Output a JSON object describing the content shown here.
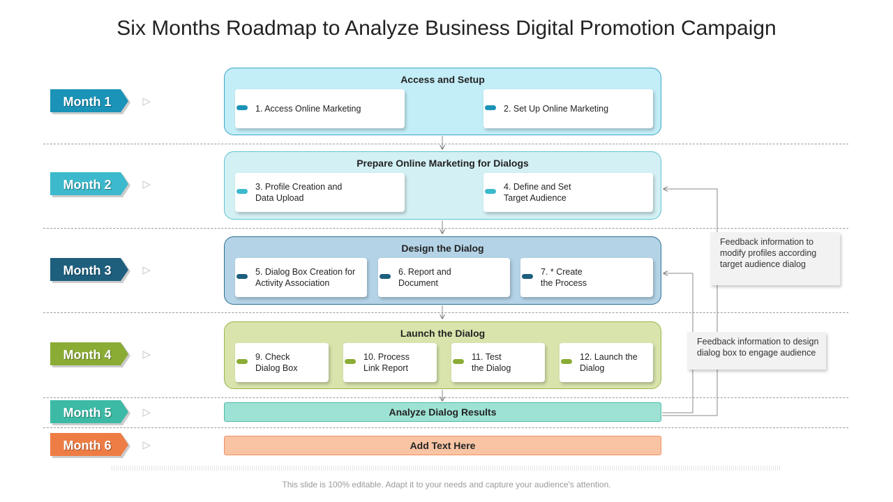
{
  "title": "Six Months Roadmap to Analyze Business Digital Promotion Campaign",
  "months": [
    {
      "label": "Month 1",
      "color": "#1b93b8"
    },
    {
      "label": "Month 2",
      "color": "#3cb9cc"
    },
    {
      "label": "Month 3",
      "color": "#1e5f7e"
    },
    {
      "label": "Month 4",
      "color": "#8aac35"
    },
    {
      "label": "Month 5",
      "color": "#3dbaa6"
    },
    {
      "label": "Month 6",
      "color": "#ee7d45"
    }
  ],
  "phases": [
    {
      "title": "Access and Setup",
      "fill": "#c3edf7",
      "border": "#3aa6c6",
      "pill": "#1b93b8",
      "steps": [
        "1. Access Online Marketing",
        "2. Set Up Online Marketing"
      ]
    },
    {
      "title": "Prepare Online Marketing for Dialogs",
      "fill": "#d3f0f4",
      "border": "#5fc3d2",
      "pill": "#3cb9cc",
      "steps": [
        "3. Profile Creation  and\nData Upload",
        "4. Define  and Set\nTarget  Audience"
      ]
    },
    {
      "title": "Design the Dialog",
      "fill": "#b4d3e6",
      "border": "#2d6f92",
      "pill": "#1e5f7e",
      "steps": [
        "5. Dialog Box Creation  for\nActivity Association",
        "6. Report  and\nDocument",
        "7. * Create\nthe Process"
      ]
    },
    {
      "title": "Launch the Dialog",
      "fill": "#d8e4ac",
      "border": "#97b54a",
      "pill": "#8aac35",
      "steps": [
        "9. Check\nDialog Box",
        "10. Process\nLink Report",
        "11. Test\nthe Dialog",
        "12. Launch the\nDialog"
      ]
    }
  ],
  "bars": [
    {
      "label": "Analyze Dialog Results",
      "fill": "#9ee2d5",
      "border": "#4bb9a5"
    },
    {
      "label": "Add Text Here",
      "fill": "#f9c4a4",
      "border": "#ee8f5f"
    }
  ],
  "feedback": [
    "Feedback information to modify profiles according target audience dialog",
    "Feedback information to design dialog box to engage audience"
  ],
  "footer": "This slide is 100% editable. Adapt it to your needs and capture your audience's attention."
}
